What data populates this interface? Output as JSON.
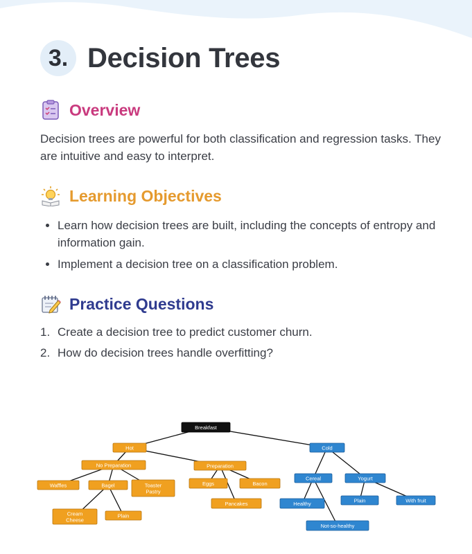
{
  "title": {
    "number": "3.",
    "text": "Decision Trees"
  },
  "overview": {
    "heading": "Overview",
    "icon": "clipboard-icon",
    "text": "Decision trees are powerful for both classification and regression tasks. They are intuitive and easy to interpret."
  },
  "learning_objectives": {
    "heading": "Learning Objectives",
    "icon": "lightbulb-book-icon",
    "items": [
      "Learn how decision trees are built, including the concepts of entropy and information gain.",
      "Implement a decision tree on a classification problem."
    ]
  },
  "practice_questions": {
    "heading": "Practice Questions",
    "icon": "notepad-pencil-icon",
    "items": [
      {
        "num": "1.",
        "text": "Create a decision tree to predict customer churn."
      },
      {
        "num": "2.",
        "text": "How do decision trees handle overfitting?"
      }
    ]
  },
  "diagram": {
    "colors": {
      "root": "#111111",
      "warm": "#f0a020",
      "cool": "#2f86d0",
      "line": "#111111"
    },
    "nodes": {
      "breakfast": "Breakfast",
      "hot": "Hot",
      "cold": "Cold",
      "no_prep": "No Preparation",
      "prep": "Preparation",
      "cereal": "Cereal",
      "yogurt": "Yogurt",
      "waffles": "Waffles",
      "bagel": "Bagel",
      "toaster": [
        "Toaster",
        "Pastry"
      ],
      "eggs": "Eggs",
      "bacon": "Bacon",
      "pancakes": "Pancakes",
      "healthy": "Healthy",
      "plain_yogurt": "Plain",
      "with_fruit": "With fruit",
      "cream_cheese": [
        "Cream",
        "Cheese"
      ],
      "plain_bagel": "Plain",
      "not_so_healthy": "Not-so-healthy"
    }
  }
}
